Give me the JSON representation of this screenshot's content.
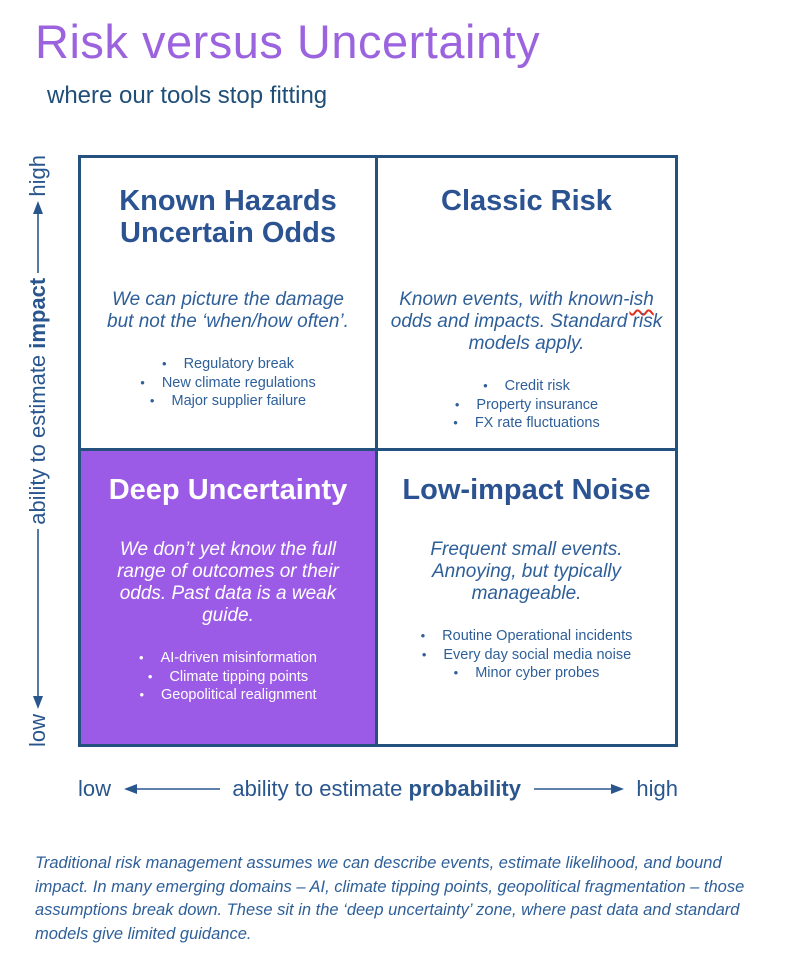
{
  "title": "Risk versus Uncertainty",
  "subtitle": "where our tools stop fitting",
  "colors": {
    "title_purple": "#9C63DE",
    "quadrant_purple": "#9C5BE6",
    "heading_navy": "#2B5391",
    "body_navy": "#2E5F99",
    "subtitle_navy": "#1F4E79",
    "border_navy": "#24517D",
    "spellcheck_red": "#E0301E"
  },
  "quadrants": {
    "top_left": {
      "title": "Known Hazards\nUncertain Odds",
      "description": "We can picture the damage but not the ‘when/how often’.",
      "bullets": [
        "Regulatory break",
        "New climate regulations",
        "Major supplier failure"
      ]
    },
    "top_right": {
      "title": "Classic Risk",
      "description_pre": "Known events, with known-",
      "description_misspelled": "ish",
      "description_post": " odds and impacts. Standard risk models apply.",
      "bullets": [
        "Credit risk",
        "Property insurance",
        "FX rate fluctuations"
      ]
    },
    "bottom_left": {
      "title": "Deep Uncertainty",
      "description": "We don’t yet know the full range of outcomes or their odds. Past data is a weak guide.",
      "bullets": [
        "AI-driven misinformation",
        "Climate tipping points",
        "Geopolitical realignment"
      ]
    },
    "bottom_right": {
      "title": "Low-impact Noise",
      "description": "Frequent small events. Annoying, but typically manageable.",
      "bullets": [
        "Routine Operational incidents",
        "Every day social media noise",
        "Minor cyber probes"
      ]
    }
  },
  "axes": {
    "x": {
      "low_label": "low",
      "high_label": "high",
      "label_regular": "ability to estimate ",
      "label_bold": "probability"
    },
    "y": {
      "low_label": "low",
      "high_label": "high",
      "label_regular": "ability to estimate ",
      "label_bold": "impact"
    }
  },
  "footer": "Traditional risk management assumes we can describe events, estimate likelihood, and bound impact. In many emerging domains – AI, climate tipping points, geopolitical fragmentation – those assumptions break down. These sit in the ‘deep uncertainty’ zone, where past data and standard models give limited guidance."
}
